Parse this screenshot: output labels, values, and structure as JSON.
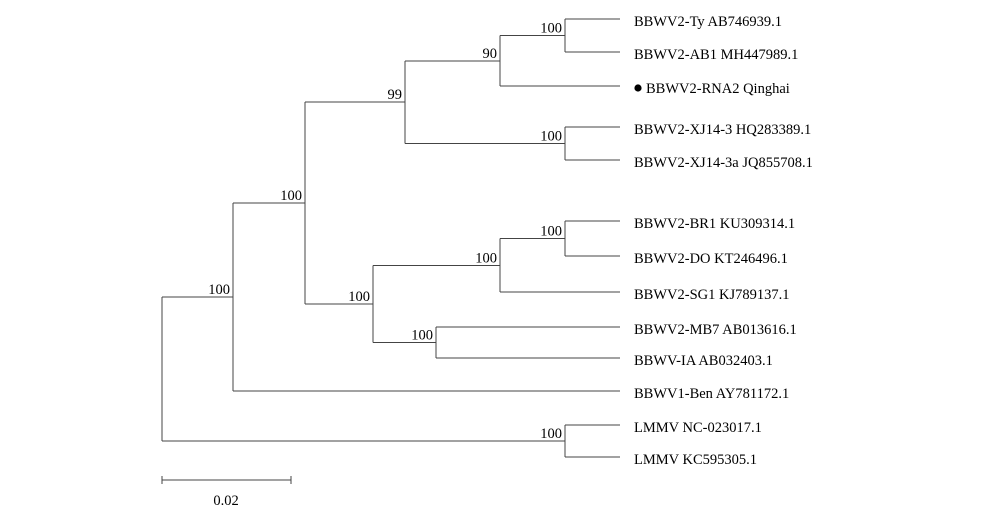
{
  "colors": {
    "line": "#444444",
    "text": "#000000",
    "background": "#ffffff"
  },
  "marker_leaf": "n3",
  "scale_bar": {
    "label": "0.02"
  },
  "tree": {
    "id": "root",
    "children": [
      {
        "id": "n100_outer",
        "support": "100",
        "children": [
          {
            "id": "n100_bbwv2",
            "support": "100",
            "children": [
              {
                "id": "n99",
                "support": "99",
                "children": [
                  {
                    "id": "n90",
                    "support": "90",
                    "children": [
                      {
                        "id": "n100_ty",
                        "support": "100",
                        "children": [
                          {
                            "id": "n1",
                            "label": "BBWV2-Ty AB746939.1"
                          },
                          {
                            "id": "n2",
                            "label": "BBWV2-AB1 MH447989.1"
                          }
                        ]
                      },
                      {
                        "id": "n3",
                        "label": "BBWV2-RNA2 Qinghai"
                      }
                    ]
                  },
                  {
                    "id": "n100_xj",
                    "support": "100",
                    "children": [
                      {
                        "id": "n4",
                        "label": "BBWV2-XJ14-3 HQ283389.1"
                      },
                      {
                        "id": "n5",
                        "label": "BBWV2-XJ14-3a JQ855708.1"
                      }
                    ]
                  }
                ]
              },
              {
                "id": "n100_lower",
                "support": "100",
                "children": [
                  {
                    "id": "n100_sg",
                    "support": "100",
                    "children": [
                      {
                        "id": "n100_br",
                        "support": "100",
                        "children": [
                          {
                            "id": "n6",
                            "label": "BBWV2-BR1 KU309314.1"
                          },
                          {
                            "id": "n7",
                            "label": "BBWV2-DO KT246496.1"
                          }
                        ]
                      },
                      {
                        "id": "n8",
                        "label": "BBWV2-SG1 KJ789137.1"
                      }
                    ]
                  },
                  {
                    "id": "n100_mb",
                    "support": "100",
                    "children": [
                      {
                        "id": "n9",
                        "label": "BBWV2-MB7 AB013616.1"
                      },
                      {
                        "id": "n10",
                        "label": "BBWV-IA AB032403.1"
                      }
                    ]
                  }
                ]
              }
            ]
          },
          {
            "id": "n11",
            "label": "BBWV1-Ben AY781172.1"
          }
        ]
      },
      {
        "id": "n100_lmmv",
        "support": "100",
        "children": [
          {
            "id": "n12",
            "label": "LMMV NC-023017.1"
          },
          {
            "id": "n13",
            "label": "LMMV KC595305.1"
          }
        ]
      }
    ]
  }
}
